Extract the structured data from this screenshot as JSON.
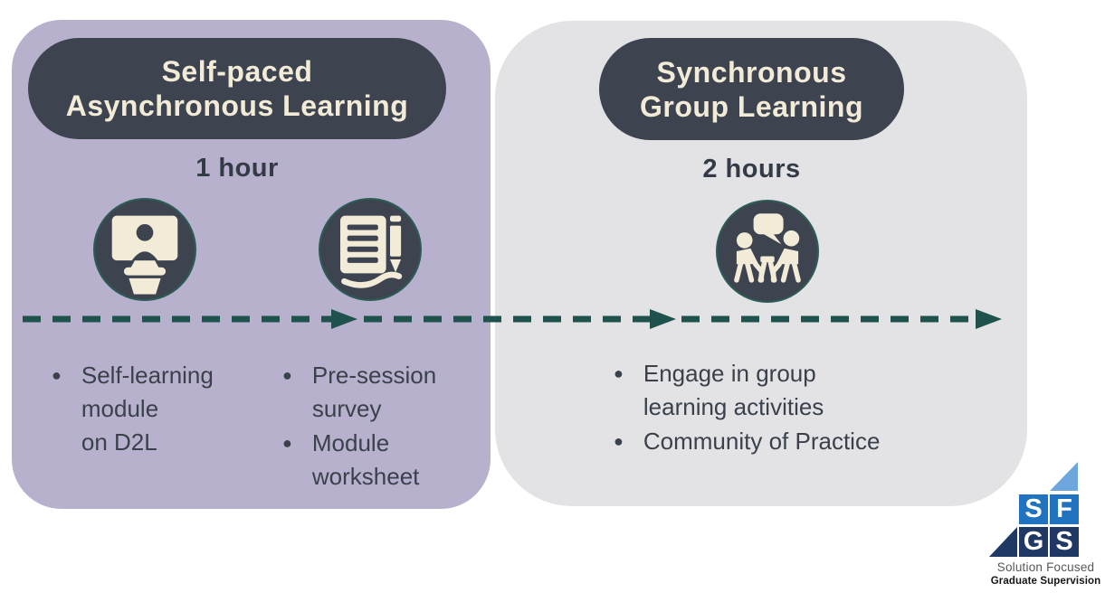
{
  "colors": {
    "left_panel_bg": "#b7b1ce",
    "right_panel_bg": "#e3e3e5",
    "pill_bg": "#3d4450",
    "pill_text": "#f2ebd8",
    "body_text": "#3a414b",
    "arrow_teal": "#1f524c",
    "logo_blue": "#2173bf",
    "logo_navy": "#1f3864",
    "logo_light_blue": "#6ca6dc"
  },
  "left_panel": {
    "title": "Self-paced\nAsynchronous Learning",
    "duration": "1 hour",
    "icons": [
      "presentation-icon",
      "worksheet-icon"
    ],
    "bullets_col1": [
      {
        "text": "Self-learning\nmodule\non D2L"
      }
    ],
    "bullets_col2": [
      {
        "text": "Pre-session\nsurvey"
      },
      {
        "text": "Module\nworksheet"
      }
    ]
  },
  "right_panel": {
    "title": "Synchronous\nGroup Learning",
    "duration": "2 hours",
    "icons": [
      "group-discussion-icon"
    ],
    "bullets": [
      {
        "text": "Engage in group\nlearning activities"
      },
      {
        "text": "Community of Practice"
      }
    ]
  },
  "timeline": {
    "description": "dashed-arrow-left-to-right"
  },
  "logo": {
    "letters": [
      "S",
      "F",
      "G",
      "S"
    ],
    "line1": "Solution Focused",
    "line2": "Graduate Supervision"
  }
}
